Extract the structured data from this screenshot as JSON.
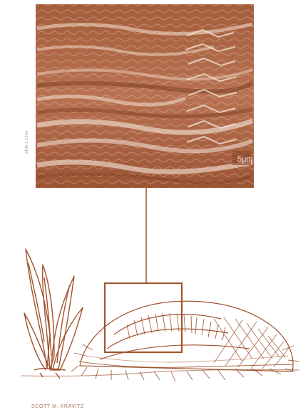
{
  "figure": {
    "micrograph_side_label": "SEM 1:1000",
    "micrograph_scale_label": "5μm",
    "credit": "SCOTT M. KRAVITZ"
  },
  "colors": {
    "ink": "#a0522d",
    "micrograph_dark": "#8c4a2c",
    "micrograph_mid": "#b8714f",
    "micrograph_light": "#f1d9c6"
  }
}
